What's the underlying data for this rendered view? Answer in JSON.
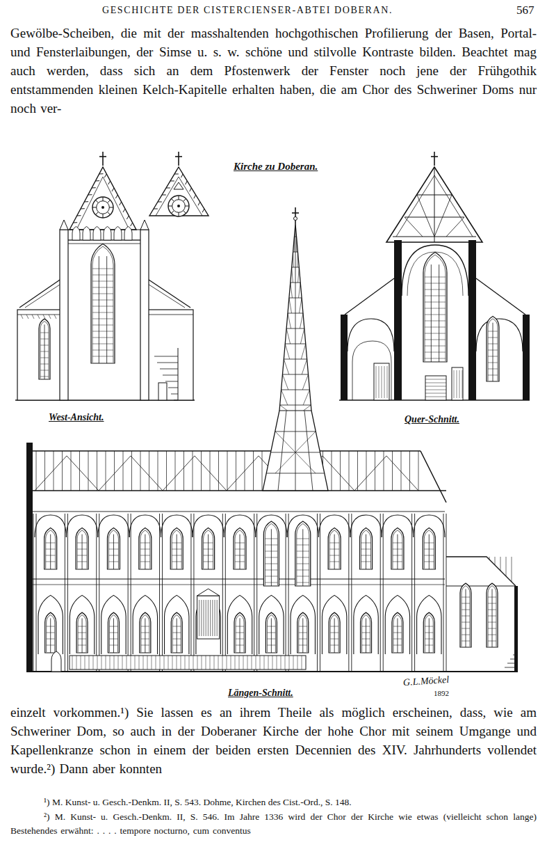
{
  "diagram": {
    "title": "GESCHICHTE DER CISTERCIENSER-ABTEI DOBERAN.",
    "labels": [
      "567",
      "Gewölbe-Scheiben, die mit der masshaltenden hochgothischen Profilierung der Basen, Portal- und Fensterlaibungen, der Simse u. s. w. schöne und stilvolle Kontraste bilden. Beachtet mag auch werden, dass sich an dem Pfostenwerk der Fenster noch jene der Frühgothik entstammenden kleinen Kelch-Kapitelle erhalten haben, die am Chor des Schweriner Doms nur noch ver-",
      "Kirche zu Doberan.",
      "West-Ansicht.",
      "Quer-Schnitt.",
      "Längen-Schnitt.",
      "G.L.Möckel",
      "1892",
      "einzelt vorkommen.¹) Sie lassen es an ihrem Theile als möglich erscheinen, dass, wie am Schweriner Dom, so auch in der Doberaner Kirche der hohe Chor mit seinem Umgange und Kapellenkranze schon in einem der beiden ersten Decennien des XIV. Jahrhunderts vollendet wurde.²) Dann aber konnten",
      "¹) M. Kunst- u. Gesch.-Denkm. II, S. 543. Dohme, Kirchen des Cist.-Ord., S. 148.",
      "²) M. Kunst- u. Gesch.-Denkm. II, S. 546. Im Jahre 1336 wird der Chor der Kirche wie etwas (vielleicht schon lange) Bestehendes erwähnt: . . . . tempore nocturno, cum conventus"
    ]
  }
}
